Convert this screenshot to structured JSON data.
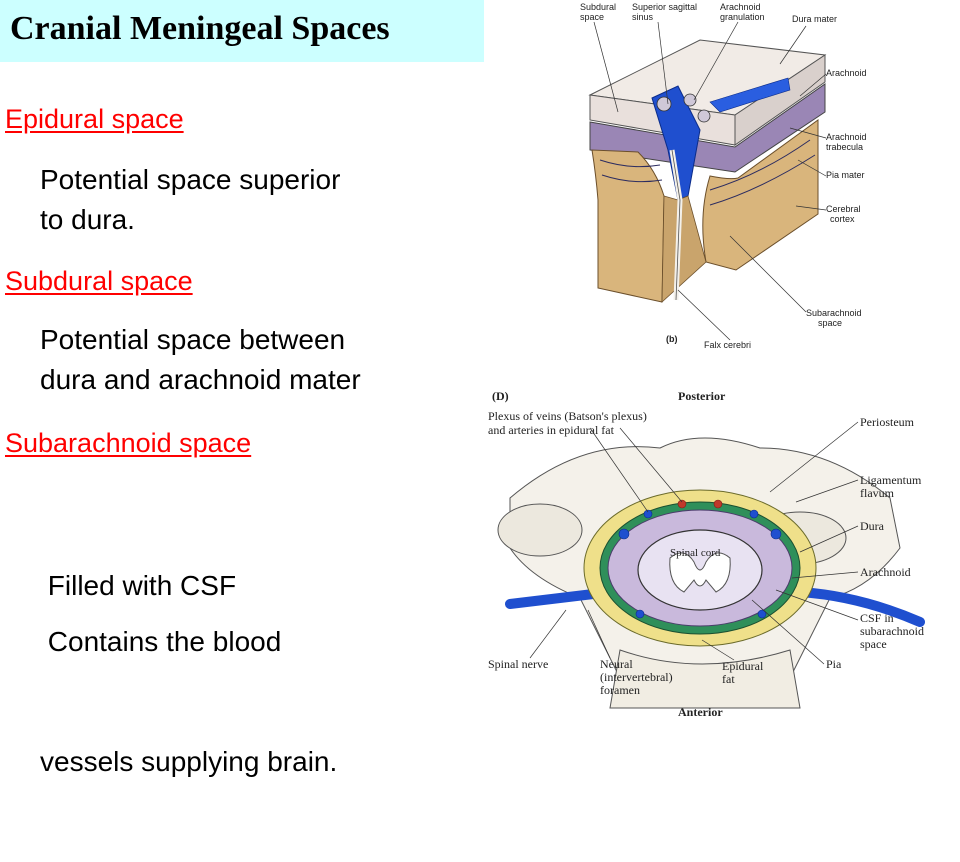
{
  "title": "Cranial Meningeal Spaces",
  "sections": [
    {
      "term": "Epidural space",
      "lines": [
        "Potential space superior",
        "to dura."
      ]
    },
    {
      "term": "Subdural space",
      "lines": [
        "Potential space between",
        "dura and arachnoid mater"
      ]
    },
    {
      "term": "Subarachnoid space",
      "bullets": [
        {
          "lines": [
            " Filled with CSF"
          ]
        },
        {
          "lines": [
            " Contains the blood",
            "vessels supplying brain."
          ]
        }
      ]
    }
  ],
  "figure_top": {
    "panel_label": "(b)",
    "labels": {
      "subdural": [
        "Subdural",
        "space"
      ],
      "sagittal": [
        "Superior sagittal",
        "sinus"
      ],
      "granulation": [
        "Arachnoid",
        "granulation"
      ],
      "dura": "Dura mater",
      "arachnoid": "Arachnoid",
      "trabecula": [
        "Arachnoid",
        "trabecula"
      ],
      "pia": "Pia mater",
      "cortex": [
        "Cerebral",
        "cortex"
      ],
      "subarachnoid": [
        "Subarachnoid",
        "space"
      ],
      "falx": "Falx cerebri"
    }
  },
  "figure_bottom": {
    "panel_label": "(D)",
    "posterior": "Posterior",
    "anterior": "Anterior",
    "cord": "Spinal cord",
    "labels": {
      "plexus": [
        "Plexus of veins (Batson's plexus)",
        "and arteries in epidural fat"
      ],
      "periosteum": "Periosteum",
      "ligamentum": [
        "Ligamentum",
        "flavum"
      ],
      "dura": "Dura",
      "arachnoid": "Arachnoid",
      "csf": [
        "CSF in",
        "subarachnoid",
        "space"
      ],
      "pia": "Pia",
      "spinal_nerve": "Spinal nerve",
      "neural": [
        "Neural",
        "(intervertebral)",
        "foramen"
      ],
      "epidural_fat": [
        "Epidural",
        "fat"
      ]
    }
  },
  "colors": {
    "title_bg": "#ccffff",
    "term": "#ff0000",
    "venous_blue": "#1f4fcf",
    "cortex_tan": "#d9b57c",
    "fat_yellow": "#efe08a"
  }
}
